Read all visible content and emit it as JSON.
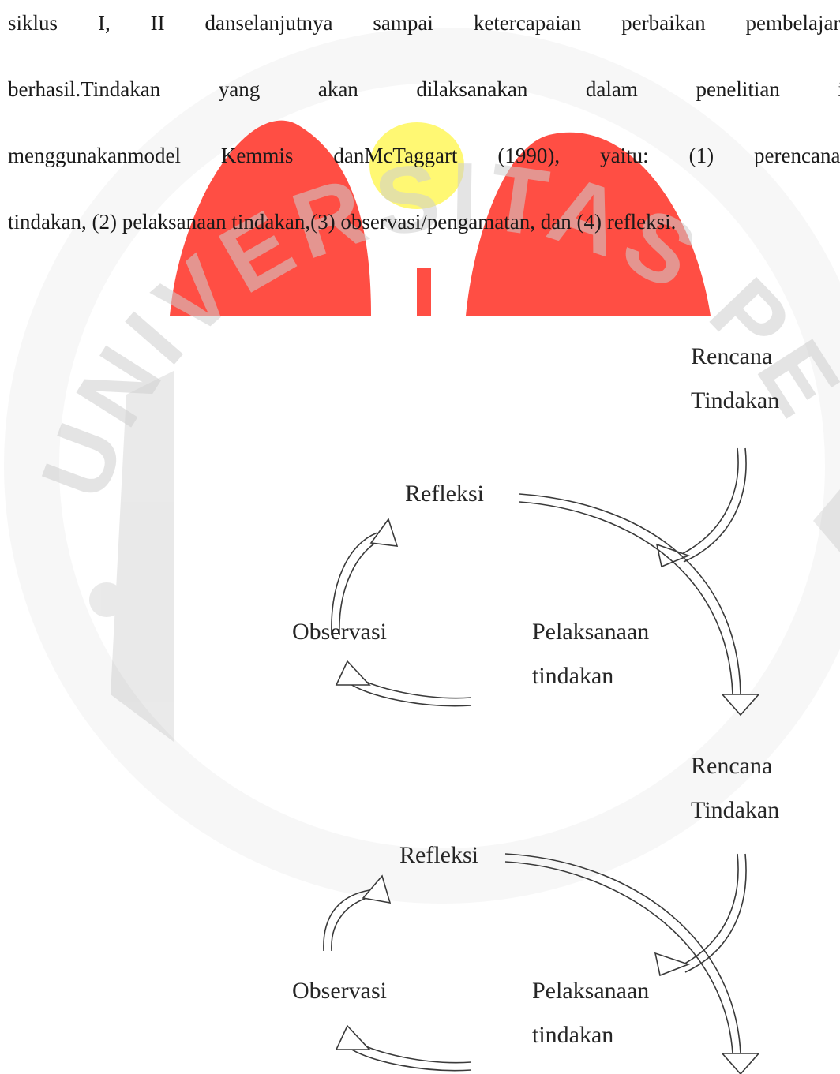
{
  "document": {
    "lines": [
      [
        "siklus",
        "I,",
        "II",
        "danselanjutnya",
        "sampai",
        "ketercapaian",
        "perbaikan",
        "pembelajaran"
      ],
      [
        "berhasil.Tindakan",
        "yang",
        "akan",
        "dilaksanakan",
        "dalam",
        "penelitian",
        "ini"
      ],
      [
        "menggunakanmodel",
        "Kemmis",
        "danMcTaggart",
        "(1990),",
        "yaitu:",
        "(1)",
        "perencanaan"
      ],
      "tindakan, (2) pelaksanaan tindakan,(3) observasi/pengamatan, dan (4) refleksi."
    ]
  },
  "diagram": {
    "cycles": [
      {
        "plan": [
          "Rencana",
          "Tindakan"
        ],
        "reflect": "Refleksi",
        "observe": "Observasi",
        "act": [
          "Pelaksanaan",
          "tindakan"
        ]
      },
      {
        "plan": [
          "Rencana",
          "Tindakan"
        ],
        "reflect": "Refleksi",
        "observe": "Observasi",
        "act": [
          "Pelaksanaan",
          "tindakan"
        ]
      }
    ]
  },
  "watermark": {
    "text": "UNIVERSITAS PENDIDIKAN INDONESIA",
    "colors": {
      "red": "#ff3b30",
      "yellow": "#fff200",
      "gray": "#d0d0d0"
    }
  }
}
